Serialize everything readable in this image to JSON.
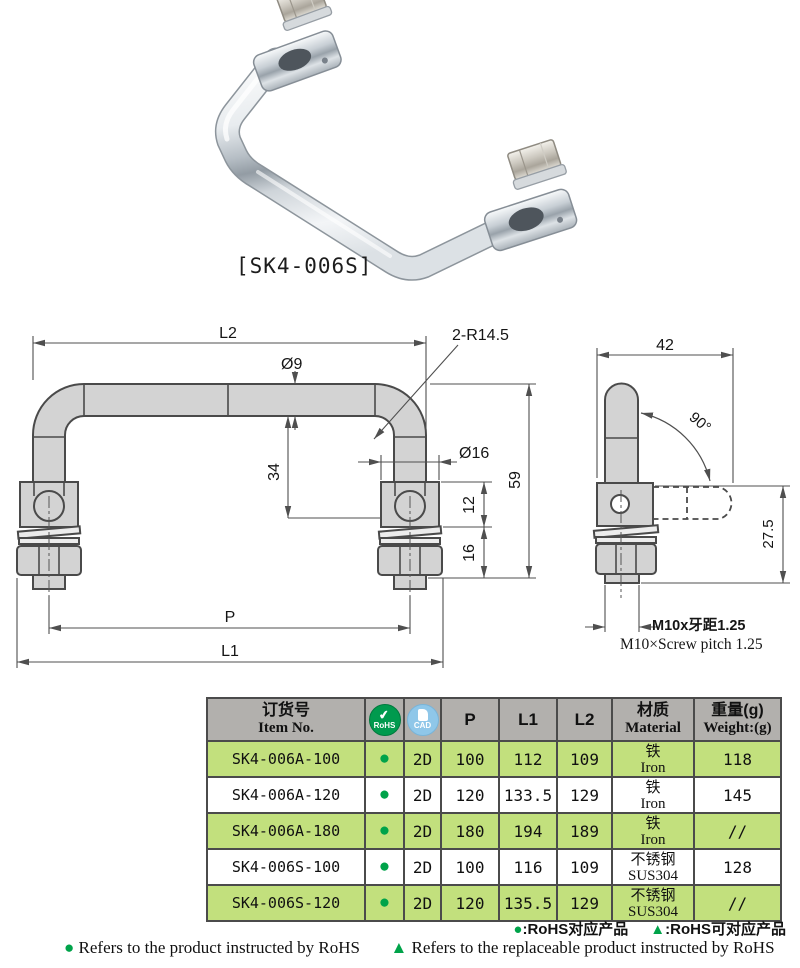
{
  "product": {
    "photo_label": "[SK4-006S]"
  },
  "front_view": {
    "dim_l2": "L2",
    "dim_d9": "Ø9",
    "dim_radius": "2-R14.5",
    "dim_d16": "Ø16",
    "dim_34": "34",
    "dim_12": "12",
    "dim_16": "16",
    "dim_59": "59",
    "dim_p": "P",
    "dim_l1": "L1"
  },
  "side_view": {
    "dim_42": "42",
    "dim_angle": "90°",
    "dim_275": "27.5",
    "thread_zh": "M10x牙距1.25",
    "thread_en": "M10×Screw pitch 1.25"
  },
  "table": {
    "headers": {
      "item_zh": "订货号",
      "item_en": "Item No.",
      "rohs_badge": "RoHS",
      "cad_badge": "CAD",
      "p": "P",
      "l1": "L1",
      "l2": "L2",
      "material_zh": "材质",
      "material_en": "Material",
      "weight_zh": "重量(g)",
      "weight_en": "Weight:(g)"
    },
    "rows": [
      {
        "item": "SK4-006A-100",
        "rohs": "●",
        "cad": "2D",
        "p": "100",
        "l1": "112",
        "l2": "109",
        "material_zh": "铁",
        "material_en": "Iron",
        "weight": "118"
      },
      {
        "item": "SK4-006A-120",
        "rohs": "●",
        "cad": "2D",
        "p": "120",
        "l1": "133.5",
        "l2": "129",
        "material_zh": "铁",
        "material_en": "Iron",
        "weight": "145"
      },
      {
        "item": "SK4-006A-180",
        "rohs": "●",
        "cad": "2D",
        "p": "180",
        "l1": "194",
        "l2": "189",
        "material_zh": "铁",
        "material_en": "Iron",
        "weight": "//"
      },
      {
        "item": "SK4-006S-100",
        "rohs": "●",
        "cad": "2D",
        "p": "100",
        "l1": "116",
        "l2": "109",
        "material_zh": "不锈钢",
        "material_en": "SUS304",
        "weight": "128"
      },
      {
        "item": "SK4-006S-120",
        "rohs": "●",
        "cad": "2D",
        "p": "120",
        "l1": "135.5",
        "l2": "129",
        "material_zh": "不锈钢",
        "material_en": "SUS304",
        "weight": "//"
      }
    ]
  },
  "legend": {
    "dot": "●",
    "triangle": "▲",
    "zh_dot": ":RoHS对应产品",
    "zh_triangle": ":RoHS可对应产品",
    "en_dot": "Refers to the product instructed by RoHS",
    "en_triangle": "Refers to the replaceable product instructed by RoHS"
  },
  "colors": {
    "row_green": "#c2e07d",
    "header_gray": "#b2b0ad",
    "symbol_green": "#00a34a",
    "rohs_green": "#009a4e",
    "cad_blue": "#8fc7e9"
  }
}
